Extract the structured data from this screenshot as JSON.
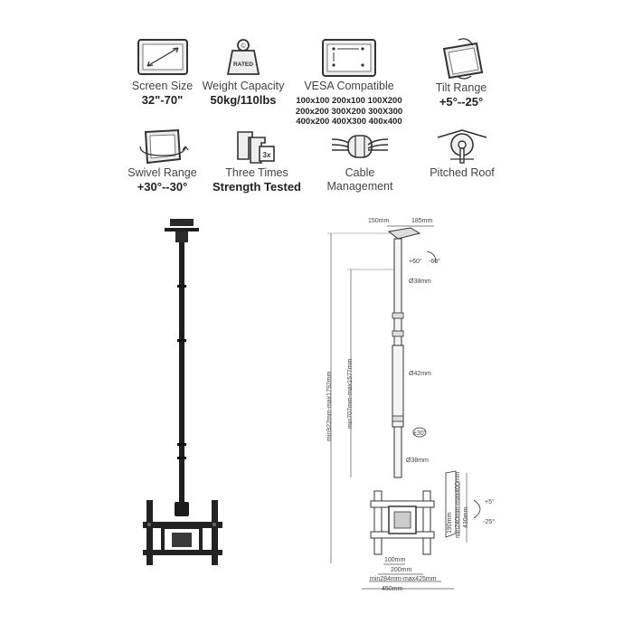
{
  "features": [
    {
      "id": "screen-size",
      "line1": "Screen Size",
      "line2": "32\"-70\""
    },
    {
      "id": "weight-capacity",
      "line1": "Weight Capacity",
      "line2": "50kg/110lbs",
      "badge": "RATED"
    },
    {
      "id": "vesa",
      "line1": "VESA Compatible",
      "vesa_lines": [
        "100x100 200x100 100X200",
        "200x200 300X200 300X300",
        "400x200 400X300 400x400"
      ]
    },
    {
      "id": "tilt-range",
      "line1": "Tilt Range",
      "line2": "+5°--25°"
    },
    {
      "id": "swivel-range",
      "line1": "Swivel Range",
      "line2": "+30°--30°"
    },
    {
      "id": "strength",
      "line1": "Three Times",
      "line2": "Strength Tested",
      "badge": "3x"
    },
    {
      "id": "cable",
      "line1": "Cable",
      "line1b": "Management"
    },
    {
      "id": "pitched-roof",
      "line1": "Pitched Roof"
    }
  ],
  "diagram": {
    "top_plate_a": "150mm",
    "top_plate_b": "185mm",
    "rot_plus": "+60°",
    "rot_minus": "-60°",
    "pole_top": "Ø38mm",
    "pole_mid": "Ø42mm",
    "pole_low": "Ø38mm",
    "swivel": "±30°",
    "overall_height": "min922mm-max1792mm",
    "pole_height": "min707mm-max1577mm",
    "tilt_plus": "+5°",
    "tilt_minus": "-25°",
    "plate_height": "430mm",
    "plate_range": "min240mm-max400mm",
    "plate_inner": "190mm",
    "w100": "100mm",
    "w200": "200mm",
    "w_range": "min284mm-max425mm",
    "w450": "450mm"
  },
  "colors": {
    "ink": "#222222",
    "mount": "#1f1f1f",
    "line": "#555555"
  }
}
